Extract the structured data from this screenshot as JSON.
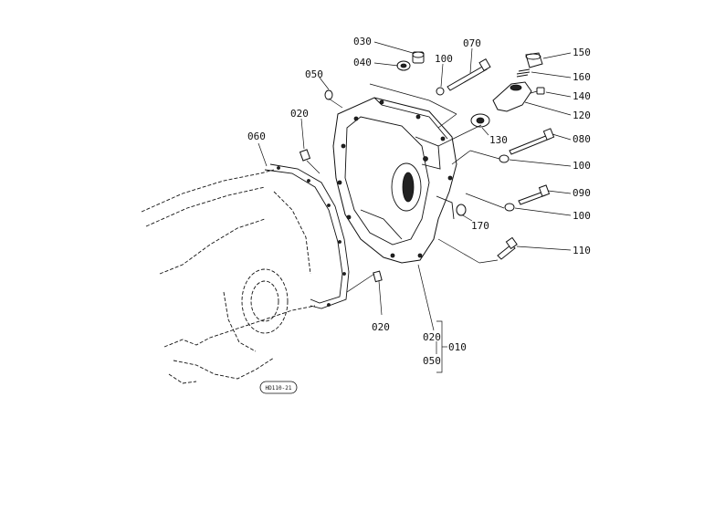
{
  "figure_code": "HD110-21",
  "labels": {
    "p030": "030",
    "p040": "040",
    "p050_top": "050",
    "p070": "070",
    "p100_top": "100",
    "p150": "150",
    "p160": "160",
    "p140": "140",
    "p120": "120",
    "p130": "130",
    "p020_top": "020",
    "p060": "060",
    "p080": "080",
    "p100_mid": "100",
    "p090": "090",
    "p100_low": "100",
    "p170": "170",
    "p110": "110",
    "p020_bottom": "020",
    "p020_kit": "020",
    "p010_kit": "010",
    "p050_kit": "050"
  }
}
